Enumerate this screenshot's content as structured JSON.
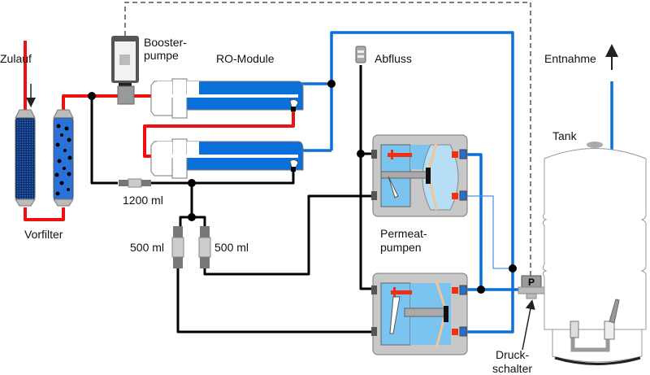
{
  "labels": {
    "zulauf": "Zulauf",
    "vorfilter": "Vorfilter",
    "booster_line1": "Booster-",
    "booster_line2": "pumpe",
    "ro_module": "RO-Module",
    "abfluss": "Abfluss",
    "entnahme": "Entnahme",
    "tank": "Tank",
    "flow_1200": "1200 ml",
    "flow_500_left": "500 ml",
    "flow_500_right": "500 ml",
    "permeat_line1": "Permeat-",
    "permeat_line2": "pumpen",
    "druck_line1": "Druck-",
    "druck_line2": "schalter",
    "pressure_symbol": "P"
  },
  "colors": {
    "feed": "#f01010",
    "permeate": "#0a6fd8",
    "concentrate": "#000000",
    "control": "#555555"
  }
}
